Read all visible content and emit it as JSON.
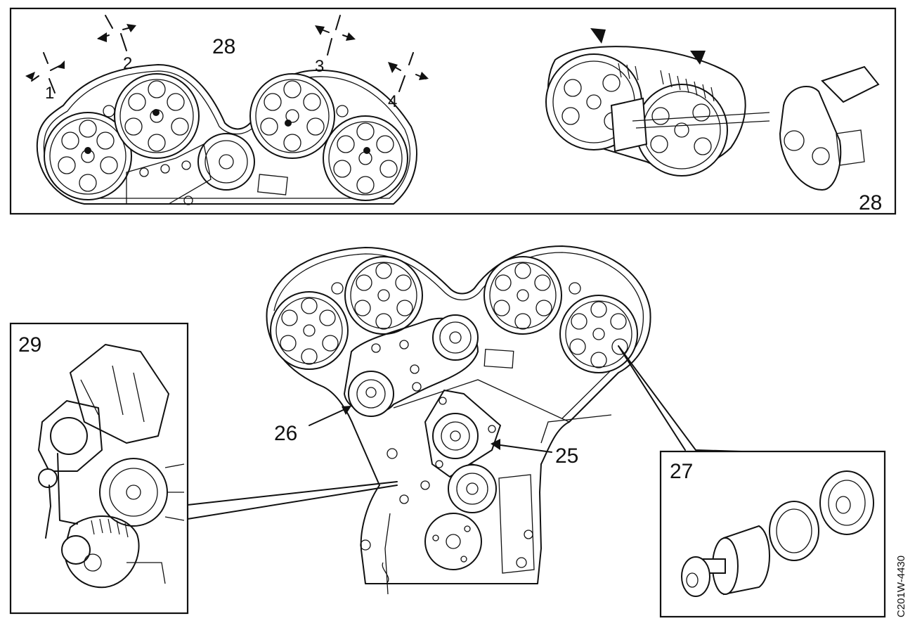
{
  "document": {
    "figure_code": "C201W-4430"
  },
  "top_panel": {
    "main_label": "28",
    "corner_label": "28",
    "cam_marks": [
      "1",
      "2",
      "3",
      "4"
    ]
  },
  "callouts": {
    "tensioner_left": "26",
    "water_pump": "25"
  },
  "inset_left": {
    "label": "29"
  },
  "inset_right": {
    "label": "27"
  }
}
